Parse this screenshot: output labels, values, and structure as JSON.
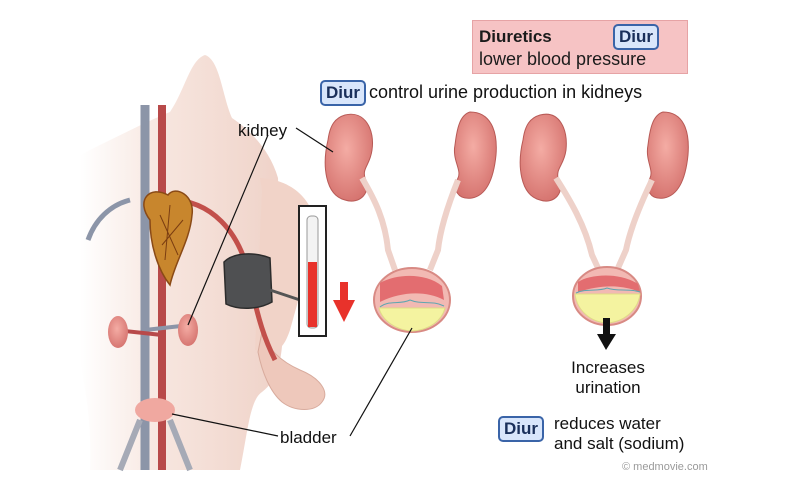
{
  "title": {
    "main": "Diuretics",
    "sub": "lower blood pressure",
    "badge": "Diur"
  },
  "control": {
    "badge": "Diur",
    "text": "control urine production in kidneys"
  },
  "labels": {
    "kidney": "kidney",
    "bladder": "bladder",
    "increases_line1": "Increases",
    "increases_line2": "urination"
  },
  "reduce": {
    "badge": "Diur",
    "line1": "reduces water",
    "line2": "and salt (sodium)"
  },
  "copyright": "© medmovie.com",
  "colors": {
    "badge_fill": "#d9e6fb",
    "badge_border": "#3a64a8",
    "title_box": "#f6c3c4",
    "kidney": "#e58a85",
    "urine": "#f4f3a0",
    "pressure_arrow": "#e8322b",
    "urination_arrow": "#111111"
  }
}
